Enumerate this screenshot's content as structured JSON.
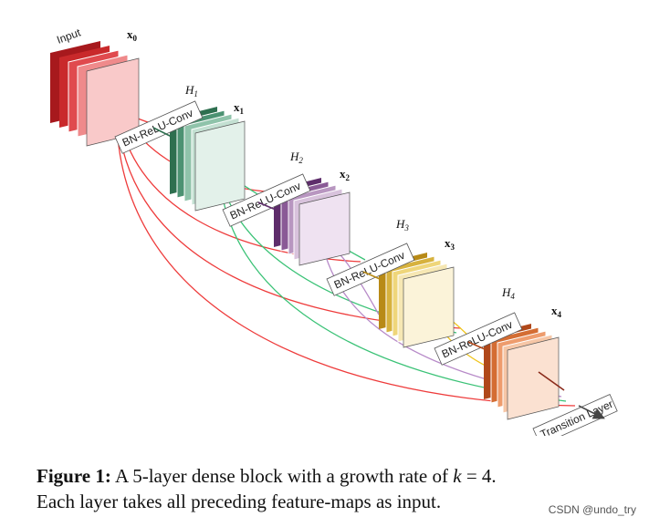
{
  "figure": {
    "input_label": "Input",
    "x_labels": [
      "x",
      "x",
      "x",
      "x",
      "x"
    ],
    "x_subscripts": [
      "0",
      "1",
      "2",
      "3",
      "4"
    ],
    "h_labels": [
      "H",
      "H",
      "H",
      "H"
    ],
    "h_subscripts": [
      "1",
      "2",
      "3",
      "4"
    ],
    "conv_label": "BN-ReLU-Conv",
    "transition_label": "Transition Layer",
    "colors": {
      "input": [
        "#a7191d",
        "#c9292b",
        "#e04a4e",
        "#ef8a8b",
        "#f9c9c9"
      ],
      "x1": [
        "#2e6f4f",
        "#4c9272",
        "#8fc3aa",
        "#c3e0d2",
        "#e3f1ea"
      ],
      "x2": [
        "#5e2d6b",
        "#8a5a96",
        "#b896c0",
        "#d8c2dc",
        "#efe2f1"
      ],
      "x3": [
        "#b88a16",
        "#d7b23e",
        "#efd67a",
        "#f6e7b3",
        "#fbf3d9"
      ],
      "x4": [
        "#b0481a",
        "#d46d33",
        "#ee9c6d",
        "#f6c6a6",
        "#fbe1d1"
      ],
      "arrow_red": "#ee3b3b",
      "arrow_green": "#3ac276",
      "arrow_purple": "#b78ac8",
      "arrow_yellow": "#f0c51d"
    }
  },
  "caption": {
    "label": "Figure 1:",
    "text_before_k": " A 5-layer dense block with a growth rate of ",
    "k": "k",
    "text_after_k": " = 4.",
    "line2": "Each layer takes all preceding feature-maps as input."
  },
  "watermark": "CSDN @undo_try"
}
